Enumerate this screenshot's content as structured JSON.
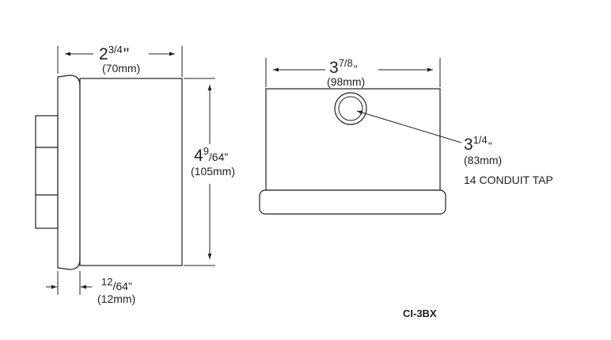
{
  "dimensions": {
    "side_width": {
      "whole": "2",
      "fraction": "3/4",
      "unit": "\"",
      "metric": "(70mm)"
    },
    "side_height": {
      "whole": "4",
      "fraction_num": "9",
      "fraction_den": "/64",
      "unit": "\"",
      "metric": "(105mm)"
    },
    "flange_depth": {
      "fraction_num": "12",
      "fraction_den": "/64",
      "unit": "\"",
      "metric": "(12mm)"
    },
    "front_width": {
      "whole": "3",
      "fraction": "7/8",
      "unit": "\"",
      "metric": "(98mm)"
    },
    "conduit": {
      "whole": "3",
      "fraction": "1/4",
      "unit": "\"",
      "metric": "(83mm)",
      "note": "14 CONDUIT TAP"
    }
  },
  "model_label": "CI-3BX",
  "colors": {
    "ink": "#231f20",
    "background": "#ffffff"
  }
}
